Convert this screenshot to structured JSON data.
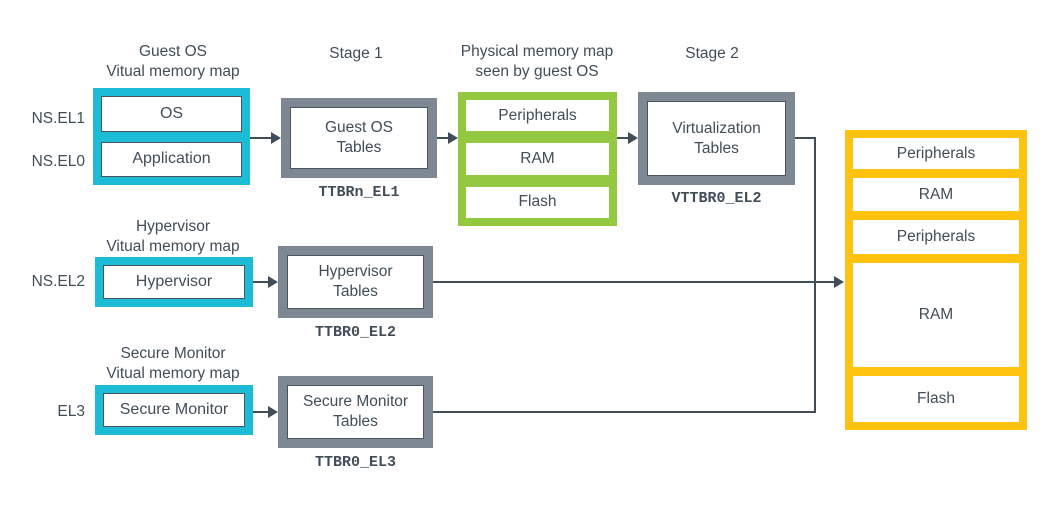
{
  "colors": {
    "cyan": "#1CBCD7",
    "green": "#93C840",
    "yellow": "#FFC20E",
    "gray": "#7E8893",
    "ink": "#414D58"
  },
  "column_headers": {
    "guest": [
      "Guest OS",
      "Vitual memory map"
    ],
    "stage1": "Stage 1",
    "physical": [
      "Physical memory map",
      "seen by guest OS"
    ],
    "stage2": "Stage 2"
  },
  "row_headers": {
    "hypervisor": [
      "Hypervisor",
      "Vitual memory map"
    ],
    "secure_monitor": [
      "Secure Monitor",
      "Vitual memory map"
    ]
  },
  "exception_levels": {
    "ns_el1": "NS.EL1",
    "ns_el0": "NS.EL0",
    "ns_el2": "NS.EL2",
    "el3": "EL3"
  },
  "guest_vm_map": {
    "items": [
      "OS",
      "Application"
    ]
  },
  "stage1_tables": {
    "label": [
      "Guest OS",
      "Tables"
    ],
    "register": "TTBRn_EL1"
  },
  "guest_physical_map": {
    "items": [
      "Peripherals",
      "RAM",
      "Flash"
    ]
  },
  "stage2_tables": {
    "label": [
      "Virtualization",
      "Tables"
    ],
    "register": "VTTBR0_EL2"
  },
  "hypervisor_vm_map": {
    "items": [
      "Hypervisor"
    ]
  },
  "hypervisor_tables": {
    "label": [
      "Hypervisor",
      "Tables"
    ],
    "register": "TTBR0_EL2"
  },
  "secure_vm_map": {
    "items": [
      "Secure Monitor"
    ]
  },
  "secure_monitor_tables": {
    "label": [
      "Secure Monitor",
      "Tables"
    ],
    "register": "TTBR0_EL3"
  },
  "system_physical_map": {
    "items": [
      "Peripherals",
      "RAM",
      "Peripherals",
      "RAM",
      "Flash"
    ]
  }
}
